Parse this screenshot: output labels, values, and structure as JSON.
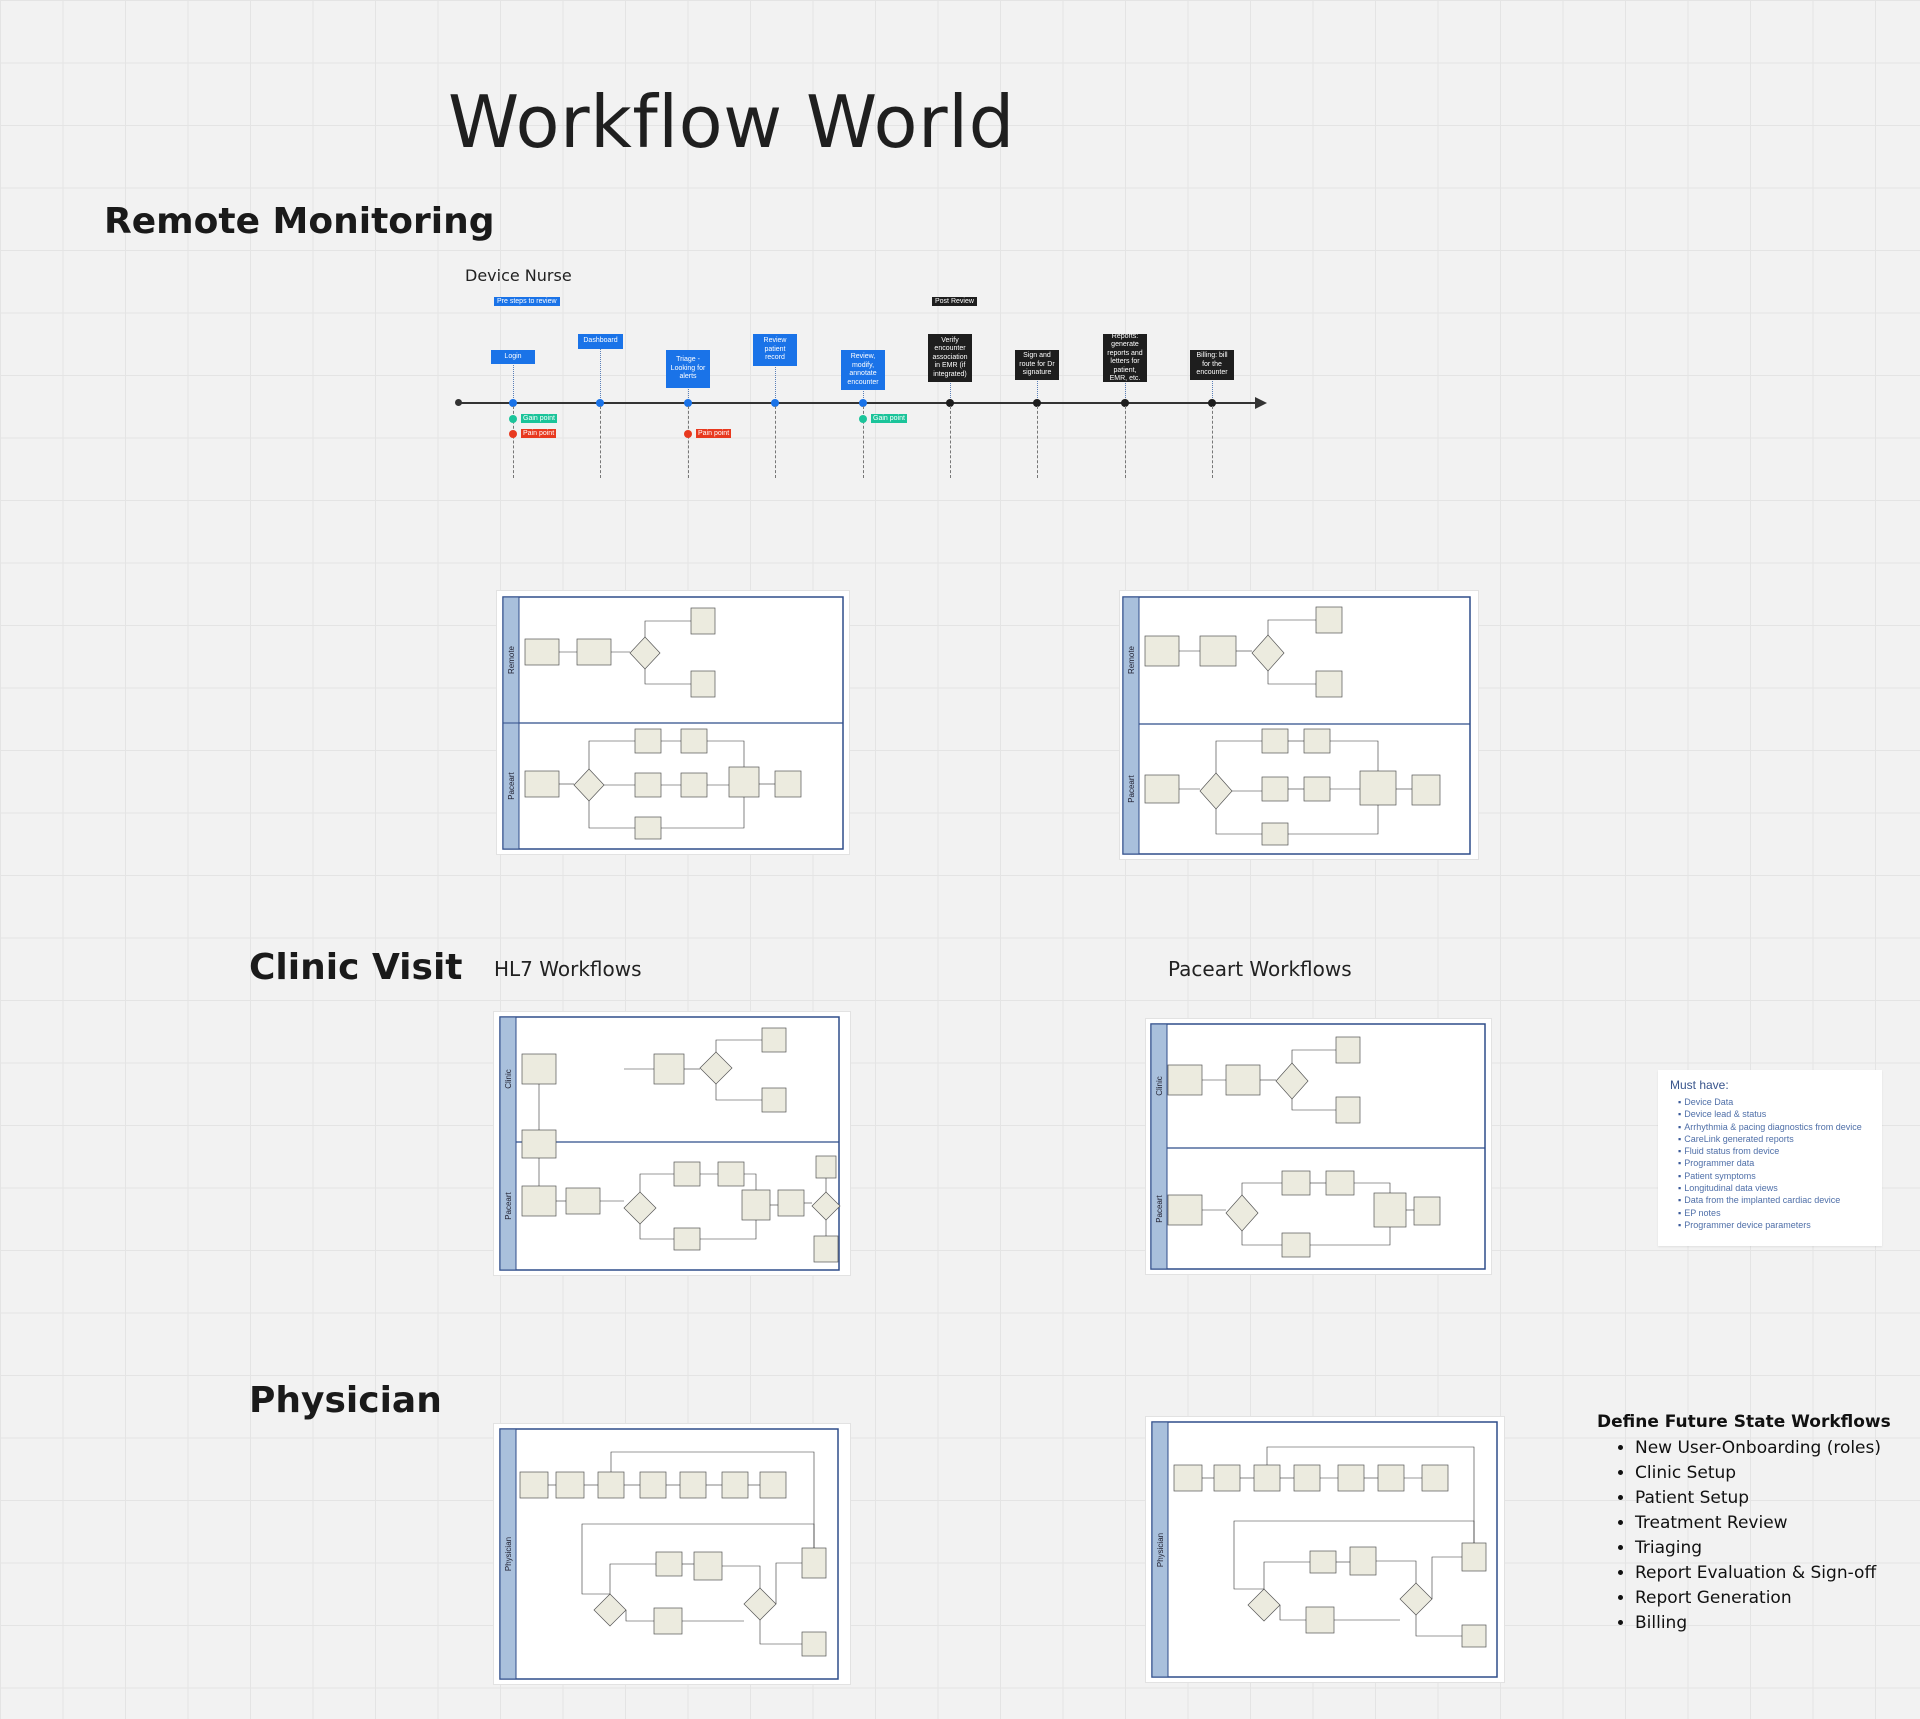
{
  "board": {
    "title": "Workflow World",
    "sections": {
      "remote": "Remote Monitoring",
      "clinic": "Clinic Visit",
      "physician": "Physician"
    },
    "labels": {
      "device_nurse": "Device Nurse",
      "hl7": "HL7 Workflows",
      "paceart": "Paceart Workflows"
    }
  },
  "timeline": {
    "tag_blue": "Pre steps to review",
    "tag_dark": "Post Review",
    "steps": [
      {
        "label": "Login",
        "style": "blue"
      },
      {
        "label": "Dashboard",
        "style": "blue"
      },
      {
        "label": "Triage - Looking for alerts",
        "style": "blue"
      },
      {
        "label": "Review patient record",
        "style": "blue"
      },
      {
        "label": "Review, modify, annotate encounter",
        "style": "blue"
      },
      {
        "label": "Verify encounter association in EMR (if integrated)",
        "style": "dark"
      },
      {
        "label": "Sign and route for Dr signature",
        "style": "dark"
      },
      {
        "label": "Reports: generate reports and letters for patient, EMR, etc.",
        "style": "dark"
      },
      {
        "label": "Billing: bill for the encounter",
        "style": "dark"
      }
    ],
    "points": {
      "gain": "Gain point",
      "pain": "Pain point"
    },
    "colors": {
      "blue": "#1a73e8",
      "dark": "#1e1e1e",
      "gain": "#1bc49a",
      "pain": "#e8391f"
    }
  },
  "diagrams": {
    "lanes": {
      "remote": "Remote",
      "paceart": "Paceart",
      "clinic": "Clinic",
      "physician": "Physician"
    }
  },
  "must_have": {
    "title": "Must have:",
    "items": [
      "Device Data",
      "Device lead & status",
      "Arrhythmia & pacing diagnostics from device",
      "CareLink generated reports",
      "Fluid status from device",
      "Programmer data",
      "Patient symptoms",
      "Longitudinal data views",
      "Data from the implanted cardiac device",
      "EP notes",
      "Programmer device parameters"
    ]
  },
  "future_state": {
    "title": "Define Future State Workflows",
    "items": [
      "New User-Onboarding (roles)",
      "Clinic Setup",
      "Patient Setup",
      "Treatment Review",
      "Triaging",
      "Report Evaluation & Sign-off",
      "Report Generation",
      "Billing"
    ]
  }
}
